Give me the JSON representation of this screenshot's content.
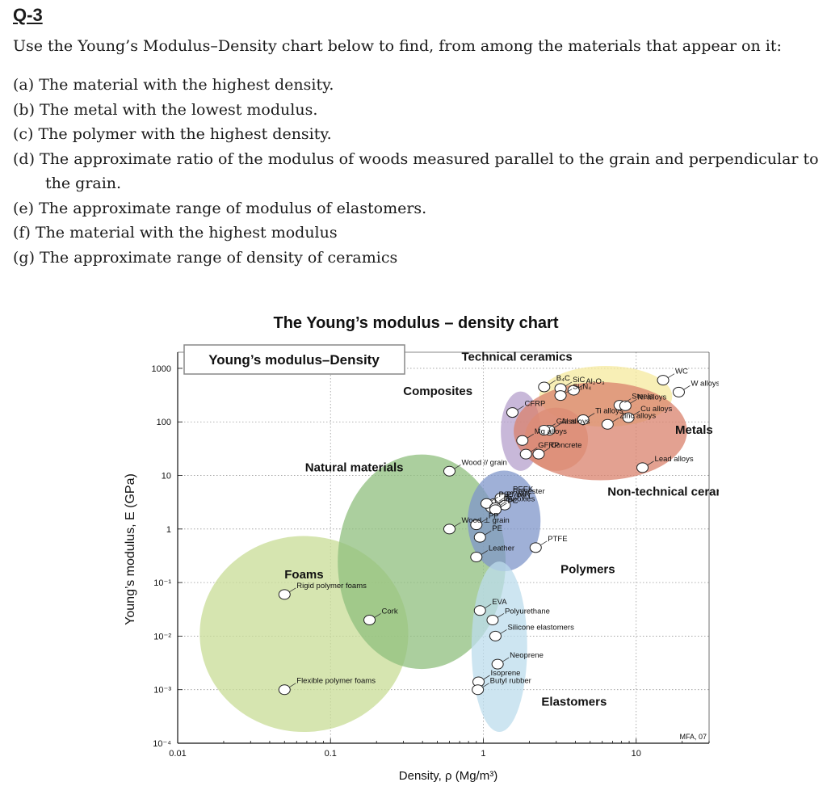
{
  "question": {
    "number": "Q-3",
    "intro": "Use the Young’s Modulus–Density chart below to find, from among the materials that appear on it:",
    "items": [
      "(a) The material with the highest density.",
      "(b) The metal with the lowest modulus.",
      "(c) The polymer with the highest density.",
      "(d) The approximate ratio of the modulus of woods measured parallel to the grain and perpendicular to the grain.",
      "(e) The approximate range of modulus of elastomers.",
      "(f) The material with the highest modulus",
      "(g) The approximate range of density of ceramics"
    ]
  },
  "chart_data": {
    "type": "scatter",
    "scale": "log-log",
    "title": "The Young’s modulus – density chart",
    "inset_title": "Young’s modulus–Density",
    "xlabel": "Density, ρ (Mg/m³)",
    "ylabel": "Young’s modulus, E (GPa)",
    "xlim": [
      0.01,
      30
    ],
    "ylim": [
      0.0001,
      2000
    ],
    "x_ticks": [
      "0.01",
      "0.1",
      "1",
      "10"
    ],
    "y_ticks": [
      "10⁻⁴",
      "10⁻³",
      "10⁻²",
      "10⁻¹",
      "1",
      "10",
      "100",
      "1000"
    ],
    "grid": true,
    "credit": "MFA, 07",
    "families": [
      {
        "name": "Foams",
        "color": "#c8dc96",
        "x": [
          0.015,
          0.3
        ],
        "y": [
          0.0002,
          0.6
        ]
      },
      {
        "name": "Natural materials",
        "color": "#8fbf7e",
        "x": [
          0.12,
          1.3
        ],
        "y": [
          0.003,
          20
        ]
      },
      {
        "name": "Composites",
        "color": "#b6a0cc",
        "x": [
          1.4,
          2.2
        ],
        "y": [
          15,
          300
        ]
      },
      {
        "name": "Polymers",
        "color": "#7f96c9",
        "x": [
          0.85,
          2.2
        ],
        "y": [
          0.2,
          10
        ]
      },
      {
        "name": "Elastomers",
        "color": "#bcdcec",
        "x": [
          0.9,
          1.8
        ],
        "y": [
          0.0002,
          0.2
        ]
      },
      {
        "name": "Technical ceramics",
        "color": "#f5ea9e",
        "x": [
          2.5,
          16
        ],
        "y": [
          100,
          900
        ]
      },
      {
        "name": "Non-technical ceramics",
        "color": "#e6a98c",
        "x": [
          2.0,
          4.5
        ],
        "y": [
          15,
          150
        ]
      },
      {
        "name": "Metals",
        "color": "#d9826c",
        "x": [
          1.7,
          20
        ],
        "y": [
          10,
          450
        ]
      }
    ],
    "materials": [
      {
        "name": "WC",
        "density": 15.0,
        "modulus": 600
      },
      {
        "name": "W alloys",
        "density": 19.0,
        "modulus": 360
      },
      {
        "name": "Steels",
        "density": 7.8,
        "modulus": 205
      },
      {
        "name": "Ni alloys",
        "density": 8.5,
        "modulus": 200
      },
      {
        "name": "Cu alloys",
        "density": 8.9,
        "modulus": 120
      },
      {
        "name": "Ti alloys",
        "density": 4.5,
        "modulus": 110
      },
      {
        "name": "Zinc alloys",
        "density": 6.5,
        "modulus": 90
      },
      {
        "name": "Lead alloys",
        "density": 11.0,
        "modulus": 14
      },
      {
        "name": "Al alloys",
        "density": 2.7,
        "modulus": 70
      },
      {
        "name": "Mg alloys",
        "density": 1.8,
        "modulus": 45
      },
      {
        "name": "SiC",
        "density": 3.2,
        "modulus": 420
      },
      {
        "name": "Al₂O₃",
        "density": 3.9,
        "modulus": 390
      },
      {
        "name": "Si₃N₄",
        "density": 3.2,
        "modulus": 310
      },
      {
        "name": "B₄C",
        "density": 2.5,
        "modulus": 450
      },
      {
        "name": "CFRP",
        "density": 1.55,
        "modulus": 150
      },
      {
        "name": "GFRP",
        "density": 1.9,
        "modulus": 25
      },
      {
        "name": "Glass",
        "density": 2.5,
        "modulus": 70
      },
      {
        "name": "Concrete",
        "density": 2.3,
        "modulus": 25
      },
      {
        "name": "Wood // grain",
        "density": 0.6,
        "modulus": 12
      },
      {
        "name": "Wood ⊥ grain",
        "density": 0.6,
        "modulus": 1.0
      },
      {
        "name": "PMMA",
        "density": 1.18,
        "modulus": 3.0
      },
      {
        "name": "PA",
        "density": 1.13,
        "modulus": 2.5
      },
      {
        "name": "PS",
        "density": 1.05,
        "modulus": 3.0
      },
      {
        "name": "Polyester",
        "density": 1.3,
        "modulus": 3.5
      },
      {
        "name": "PEEK",
        "density": 1.3,
        "modulus": 3.8
      },
      {
        "name": "PET",
        "density": 1.38,
        "modulus": 2.8
      },
      {
        "name": "Epoxies",
        "density": 1.2,
        "modulus": 2.5
      },
      {
        "name": "PC",
        "density": 1.2,
        "modulus": 2.3
      },
      {
        "name": "PP",
        "density": 0.9,
        "modulus": 1.2
      },
      {
        "name": "PE",
        "density": 0.95,
        "modulus": 0.7
      },
      {
        "name": "PTFE",
        "density": 2.2,
        "modulus": 0.45
      },
      {
        "name": "Leather",
        "density": 0.9,
        "modulus": 0.3
      },
      {
        "name": "Cork",
        "density": 0.18,
        "modulus": 0.02
      },
      {
        "name": "EVA",
        "density": 0.95,
        "modulus": 0.03
      },
      {
        "name": "Silicone elastomers",
        "density": 1.2,
        "modulus": 0.01
      },
      {
        "name": "Polyurethane",
        "density": 1.15,
        "modulus": 0.02
      },
      {
        "name": "Isoprene",
        "density": 0.93,
        "modulus": 0.0014
      },
      {
        "name": "Neoprene",
        "density": 1.24,
        "modulus": 0.003
      },
      {
        "name": "Butyl rubber",
        "density": 0.92,
        "modulus": 0.001
      },
      {
        "name": "Rigid polymer foams",
        "density": 0.05,
        "modulus": 0.06
      },
      {
        "name": "Flexible polymer foams",
        "density": 0.05,
        "modulus": 0.001
      }
    ],
    "labels": {
      "technical_ceramics": "Technical ceramics",
      "composites": "Composites",
      "natural_materials": "Natural materials",
      "foams": "Foams",
      "metals": "Metals",
      "non_technical_ceramics": "Non-technical ceramics",
      "polymers": "Polymers",
      "elastomers": "Elastomers"
    }
  }
}
